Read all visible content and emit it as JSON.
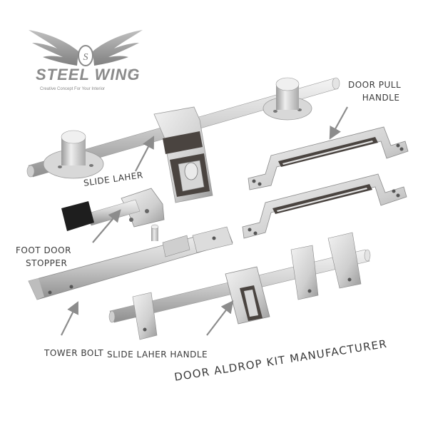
{
  "brand": {
    "name": "STEEL WING",
    "registered": "®",
    "tagline": "Creative Concept For Your Interior",
    "logo_letter": "S"
  },
  "labels": {
    "door_pull_handle_line1": "DOOR PULL",
    "door_pull_handle_line2": "HANDLE",
    "slide_laher": "SLIDE LAHER",
    "foot_door_stopper_line1": "FOOT DOOR",
    "foot_door_stopper_line2": "STOPPER",
    "tower_bolt": "TOWER BOLT",
    "slide_laher_handle": "SLIDE LAHER HANDLE"
  },
  "title": "DOOR ALDROP KIT MANUFACTURER",
  "colors": {
    "steel_light": "#eeeeee",
    "steel_mid": "#c4c4c4",
    "steel_dark": "#8a8a8a",
    "inlay_dark": "#4a4440",
    "text": "#3a3a3a",
    "arrow": "#8c8c8c"
  }
}
